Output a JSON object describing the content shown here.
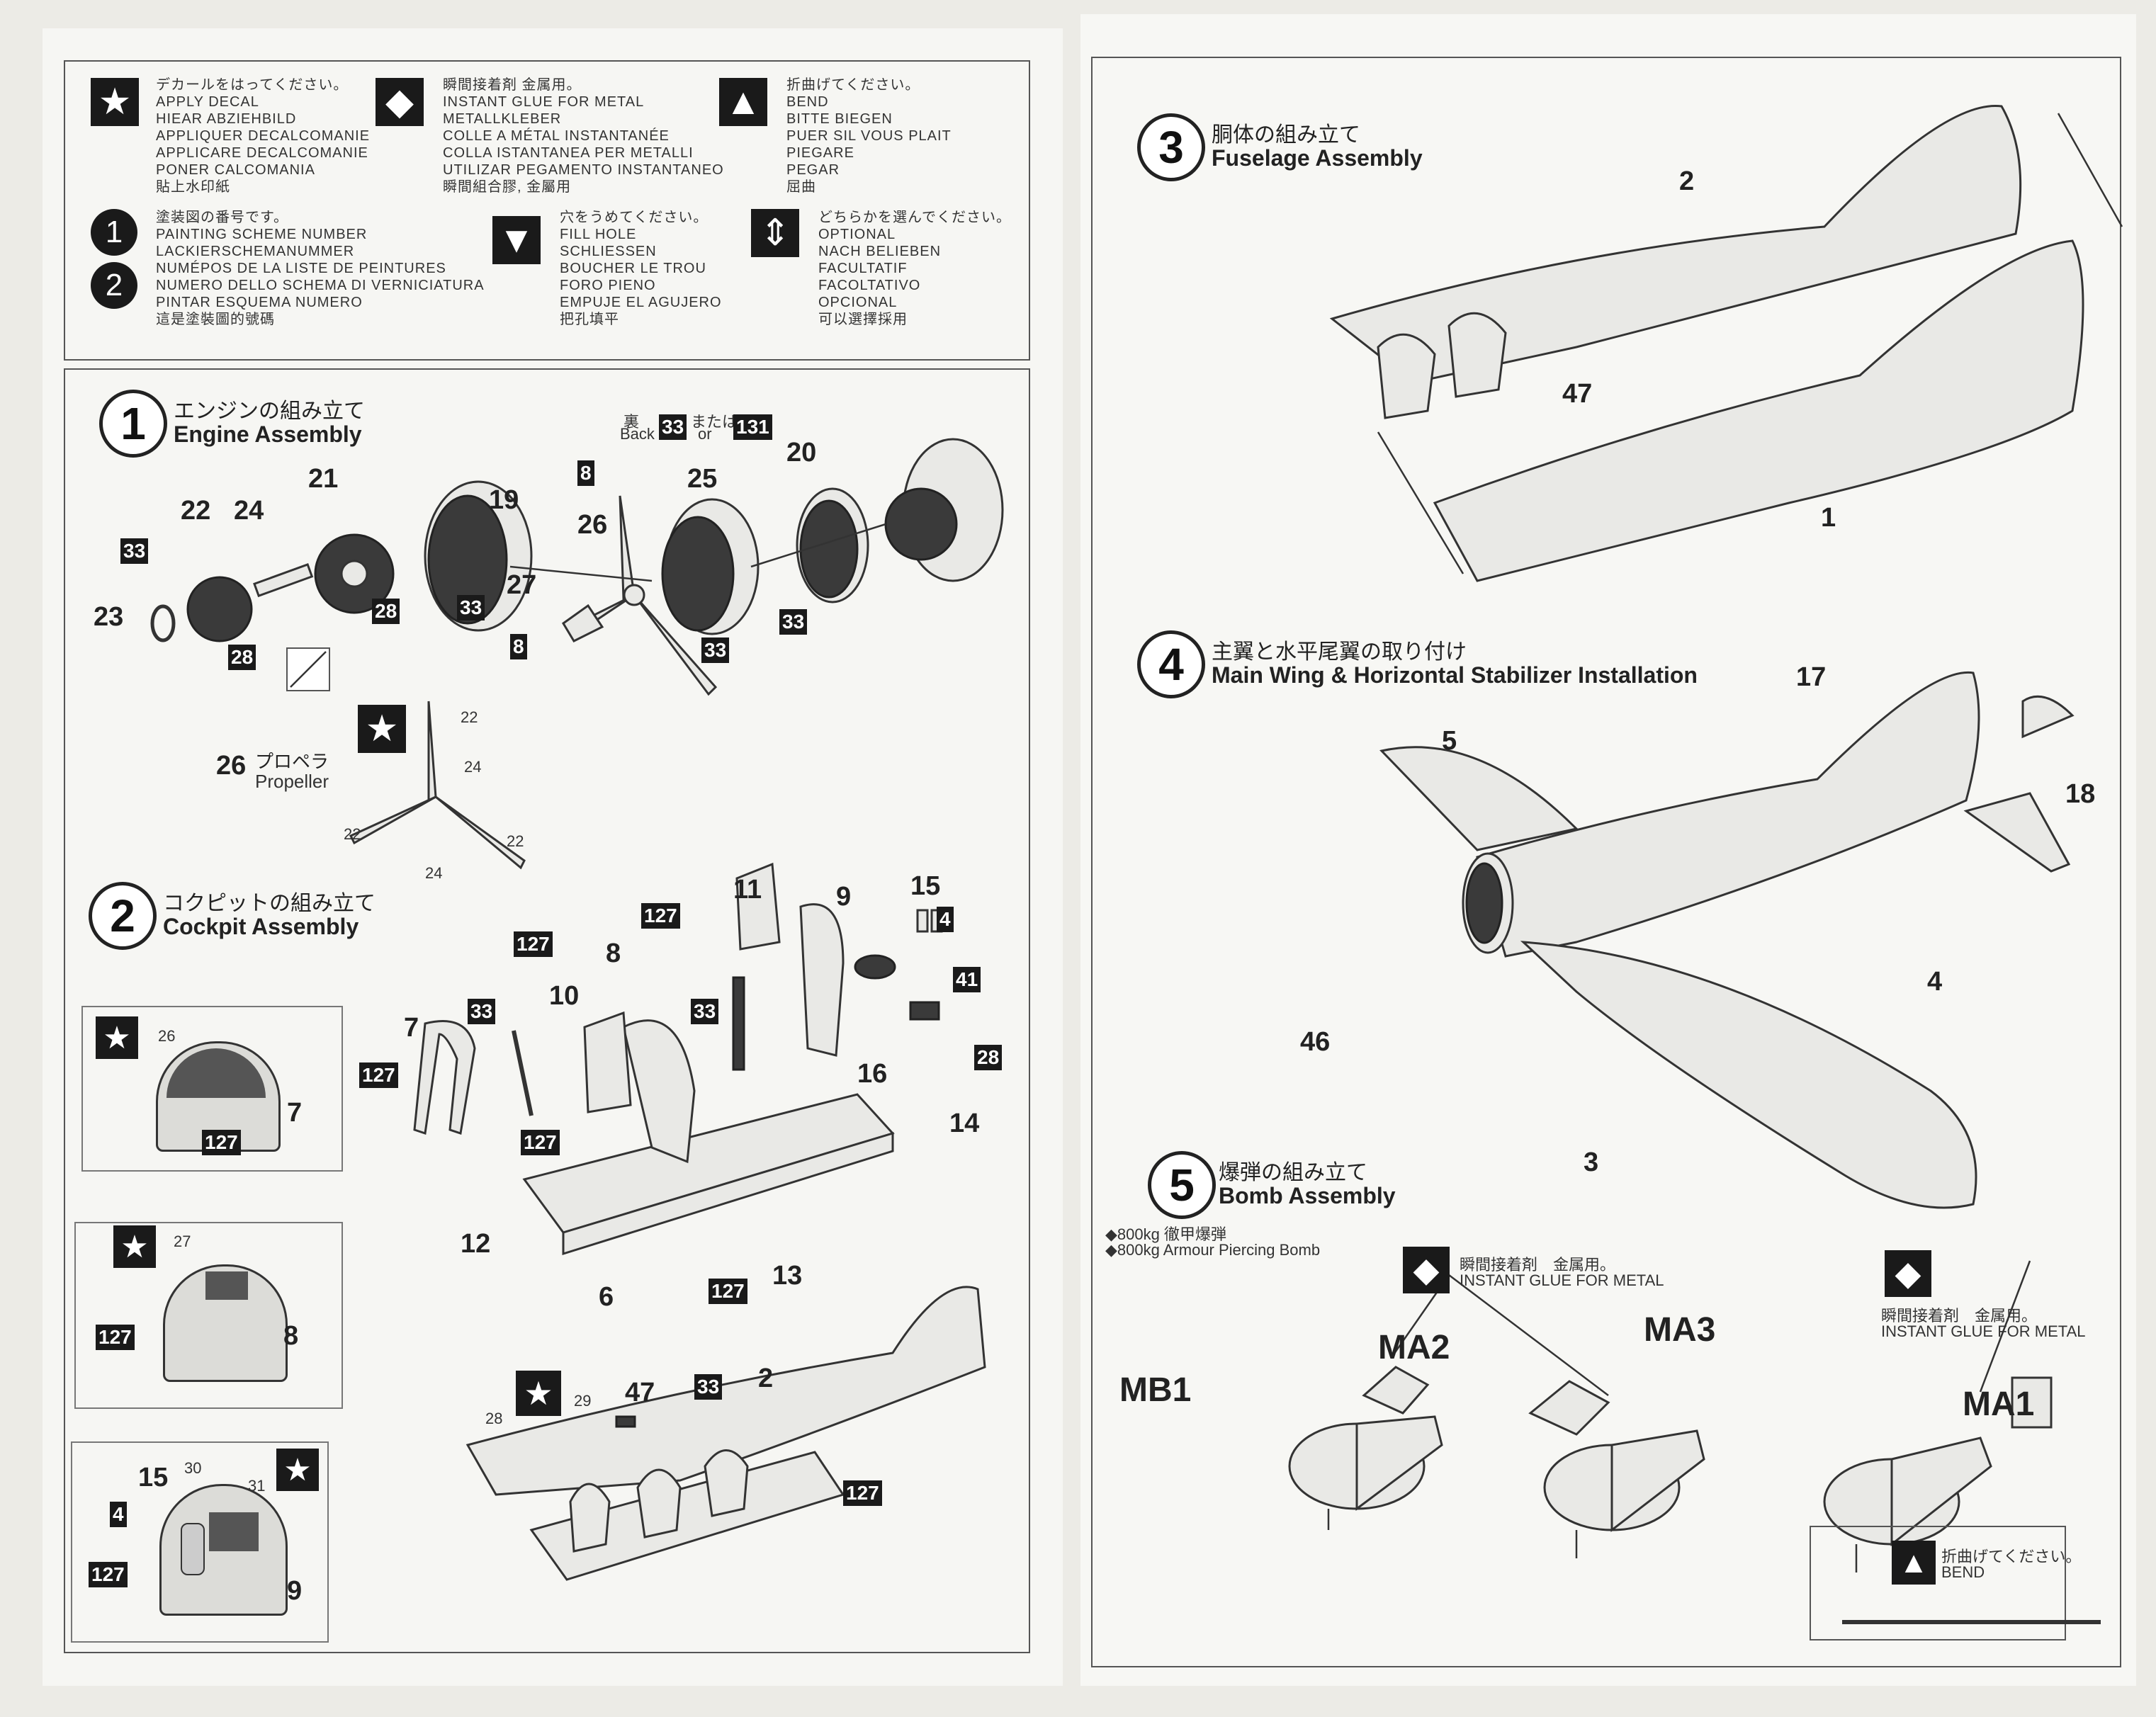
{
  "legend": {
    "apply_decal": [
      "デカールをはってください。",
      "APPLY DECAL",
      "HIEAR ABZIEHBILD",
      "APPLIQUER DECALCOMANIE",
      "APPLICARE DECALCOMANIE",
      "PONER CALCOMANIA",
      "貼上水印紙"
    ],
    "instant_glue": [
      "瞬間接着剤 金属用。",
      "INSTANT GLUE FOR METAL",
      "METALLKLEBER",
      "COLLE A MÉTAL INSTANTANÉE",
      "COLLA ISTANTANEA PER METALLI",
      "UTILIZAR PEGAMENTO INSTANTANEO",
      "瞬間組合膠, 金屬用"
    ],
    "bend": [
      "折曲げてください。",
      "BEND",
      "BITTE BIEGEN",
      "PUER SIL VOUS PLAIT",
      "PIEGARE",
      "PEGAR",
      "屈曲"
    ],
    "painting_scheme": [
      "塗装図の番号です。",
      "PAINTING SCHEME NUMBER",
      "LACKIERSCHEMANUMMER",
      "NUMÉPOS DE LA LISTE DE PEINTURES",
      "NUMERO DELLO SCHEMA DI VERNICIATURA",
      "PINTAR ESQUEMA NUMERO",
      "這是塗裝圖的號碼"
    ],
    "fill_hole": [
      "穴をうめてください。",
      "FILL HOLE",
      "SCHLIESSEN",
      "BOUCHER LE TROU",
      "FORO PIENO",
      "EMPUJE EL AGUJERO",
      "把孔填平"
    ],
    "optional": [
      "どちらかを選んでください。",
      "OPTIONAL",
      "NACH BELIEBEN",
      "FACULTATIF",
      "FACOLTATIVO",
      "OPCIONAL",
      "可以選擇採用"
    ]
  },
  "steps": {
    "s1": {
      "num": "1",
      "jp": "エンジンの組み立て",
      "en": "Engine Assembly"
    },
    "s2": {
      "num": "2",
      "jp": "コクピットの組み立て",
      "en": "Cockpit Assembly"
    },
    "s3": {
      "num": "3",
      "jp": "胴体の組み立て",
      "en": "Fuselage Assembly"
    },
    "s4": {
      "num": "4",
      "jp": "主翼と水平尾翼の取り付け",
      "en": "Main Wing & Horizontal Stabilizer Installation"
    },
    "s5": {
      "num": "5",
      "jp": "爆弾の組み立て",
      "en": "Bomb Assembly"
    }
  },
  "engine": {
    "parts": [
      "21",
      "22",
      "24",
      "23",
      "19",
      "28",
      "26",
      "25",
      "20",
      "27",
      "8"
    ],
    "back_label": "裏",
    "back_en": "Back",
    "or_jp": "または",
    "or_en": "or",
    "tags": [
      "33",
      "28",
      "33",
      "8",
      "33",
      "131",
      "33",
      "33",
      "8"
    ]
  },
  "propeller": {
    "num": "26",
    "jp": "プロペラ",
    "en": "Propeller",
    "decals": [
      "22",
      "24",
      "22",
      "24",
      "22"
    ]
  },
  "cockpit": {
    "parts": [
      "11",
      "9",
      "15",
      "8",
      "10",
      "7",
      "16",
      "14",
      "12",
      "6",
      "13"
    ],
    "tags": [
      "127",
      "127",
      "127",
      "33",
      "33",
      "4",
      "41",
      "28",
      "127",
      "127",
      "127"
    ],
    "inset_panel1": {
      "decal": "26",
      "tag": "127",
      "part": "7"
    },
    "inset_panel2": {
      "decal": "27",
      "tag": "127",
      "part": "8"
    },
    "inset_panel3": {
      "decal1": "30",
      "decal2": "31",
      "part15": "15",
      "tag4": "4",
      "tag127": "127",
      "part": "9"
    },
    "fuselage_inset": {
      "decal1": "28",
      "decal2": "29",
      "part47": "47",
      "tag33": "33",
      "part2": "2",
      "tag127": "127"
    }
  },
  "fuselage": {
    "parts": [
      "2",
      "47",
      "1"
    ]
  },
  "wings": {
    "parts": [
      "17",
      "5",
      "18",
      "4",
      "46",
      "3"
    ]
  },
  "bomb": {
    "desc_jp": "◆800kg 徹甲爆弾",
    "desc_en": "◆800kg Armour Piercing Bomb",
    "glue_jp": "瞬間接着剤　金属用。",
    "glue_en": "INSTANT GLUE FOR METAL",
    "glue2_jp": "瞬間接着剤　金属用。",
    "glue2_en": "INSTANT GLUE FOR METAL",
    "labels": {
      "mb1": "MB1",
      "ma2": "MA2",
      "ma3": "MA3",
      "ma1": "MA1"
    },
    "bend_jp": "折曲げてください。",
    "bend_en": "BEND"
  }
}
